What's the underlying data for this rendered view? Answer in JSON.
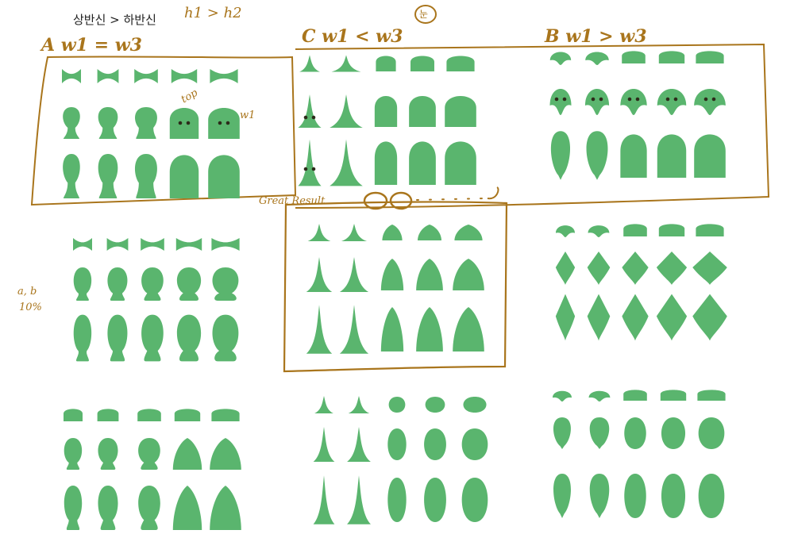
{
  "annotations": {
    "upper_vs_lower": "상반신 > 하반신",
    "h_relation": "h1 > h2",
    "stamp_char": "눈",
    "set_a": "A w1 = w3",
    "set_c": "C w1 < w3",
    "set_b": "B w1 > w3",
    "top_label": "top",
    "w_label": "w1",
    "great_result": "Great Result",
    "side_note_line1": "a, b",
    "side_note_line2": "10%"
  },
  "colors": {
    "shape_fill": "#5ab56e",
    "ink_brown": "#a9751c",
    "ink_black": "#222222",
    "eye_dark": "#2c2b1a"
  },
  "sketch_panels": [
    {
      "id": "A",
      "label_key": "set_a",
      "flare": "equal",
      "grid": "3x5",
      "has_eyes_on_row": 2
    },
    {
      "id": "C",
      "label_key": "set_c",
      "flare": "narrow-top",
      "grid": "3x5",
      "has_eyes_on_column": 1
    },
    {
      "id": "B",
      "label_key": "set_b",
      "flare": "wide-top",
      "grid": "3x5",
      "has_eyes_on_row": 2
    },
    {
      "id": "A2",
      "label_key": "",
      "flare": "pointed",
      "grid": "3x5"
    },
    {
      "id": "C2",
      "label_key": "great_result",
      "flare": "spike",
      "grid": "3x5",
      "highlighted": true
    },
    {
      "id": "B2",
      "label_key": "",
      "flare": "diamond",
      "grid": "3x5"
    },
    {
      "id": "A3",
      "label_key": "",
      "flare": "round",
      "grid": "3x5"
    },
    {
      "id": "C3",
      "label_key": "",
      "flare": "spike-round",
      "grid": "3x5"
    },
    {
      "id": "B3",
      "label_key": "",
      "flare": "drop",
      "grid": "3x5"
    }
  ]
}
